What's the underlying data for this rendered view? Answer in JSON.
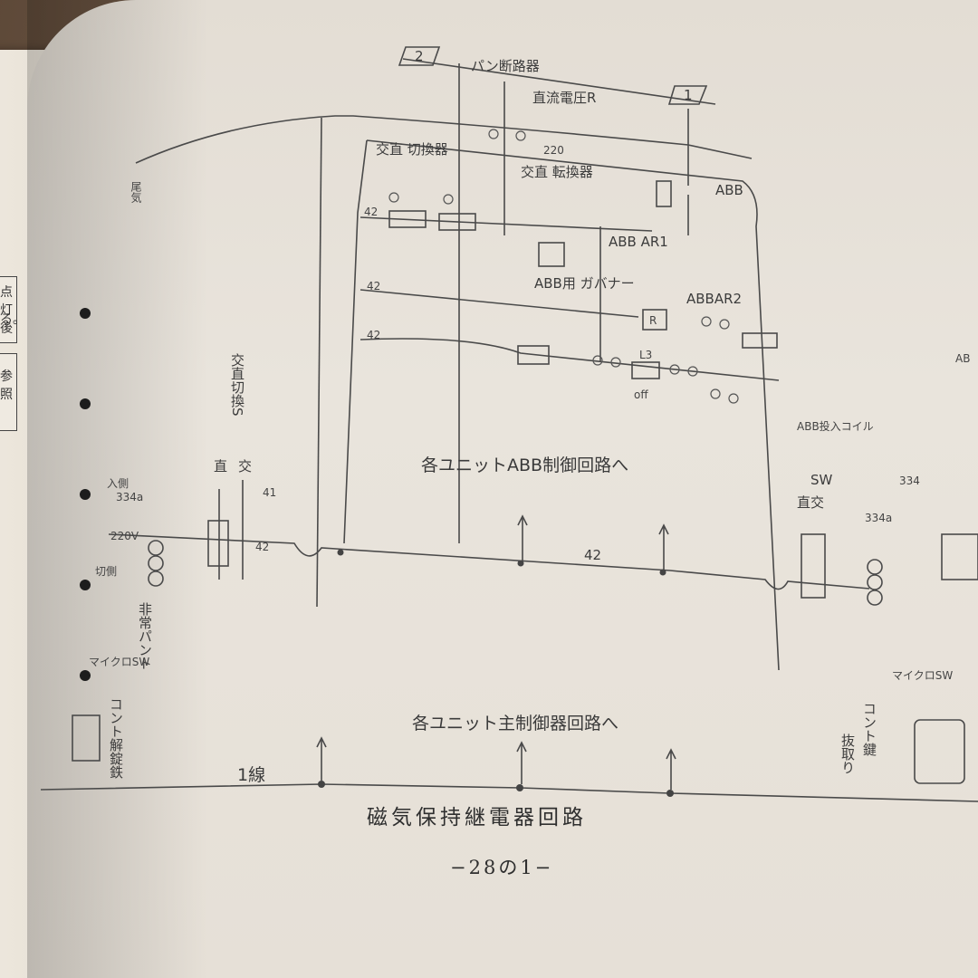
{
  "diagram": {
    "title": "磁気保持継電器回路",
    "page_number": "−28の1−",
    "breaker_labels": {
      "pan_breaker": "パン断路器",
      "pan_breaker_number": "2",
      "dc_voltage_relay": "直流電圧R",
      "dc_voltage_relay_number": "1",
      "abb": "ABB",
      "abb_ar1": "ABB AR1",
      "abbar2": "ABBAR2",
      "abb_governor": "ABB用 ガバナー",
      "abb_coil": "ABB投入コイル",
      "ac_dc_switcher": "交直 切換器",
      "ac_dc_transfer": "交直 転換器",
      "v220": "220",
      "v220_left": "220V",
      "l3": "L3",
      "off": "off",
      "r": "R"
    },
    "wire_numbers": [
      "42",
      "42",
      "42",
      "42",
      "42",
      "41",
      "334a",
      "334a",
      "334"
    ],
    "left_labels": {
      "ac_dc_switch": "交直切換S",
      "dc": "直",
      "ac": "交",
      "in_side": "入側",
      "off_side": "切側",
      "emergency_pant": "非常パント",
      "micro_sw": "マイクロSW",
      "cont_unlock": "コント解錠鉄",
      "line1": "1線",
      "left_edge_text": "尾気"
    },
    "right_labels": {
      "sw": "SW",
      "dc_ac": "直交",
      "micro_sw": "マイクロSW",
      "cont_key": "コント鍵",
      "remove": "抜取り",
      "ab_cut": "AB"
    },
    "annotations": {
      "to_abb_control": "各ユニットABB制御回路へ",
      "to_main_control": "各ユニット主制御器回路へ"
    },
    "left_page_notes": [
      "点灯後",
      "る。",
      "参照"
    ]
  }
}
